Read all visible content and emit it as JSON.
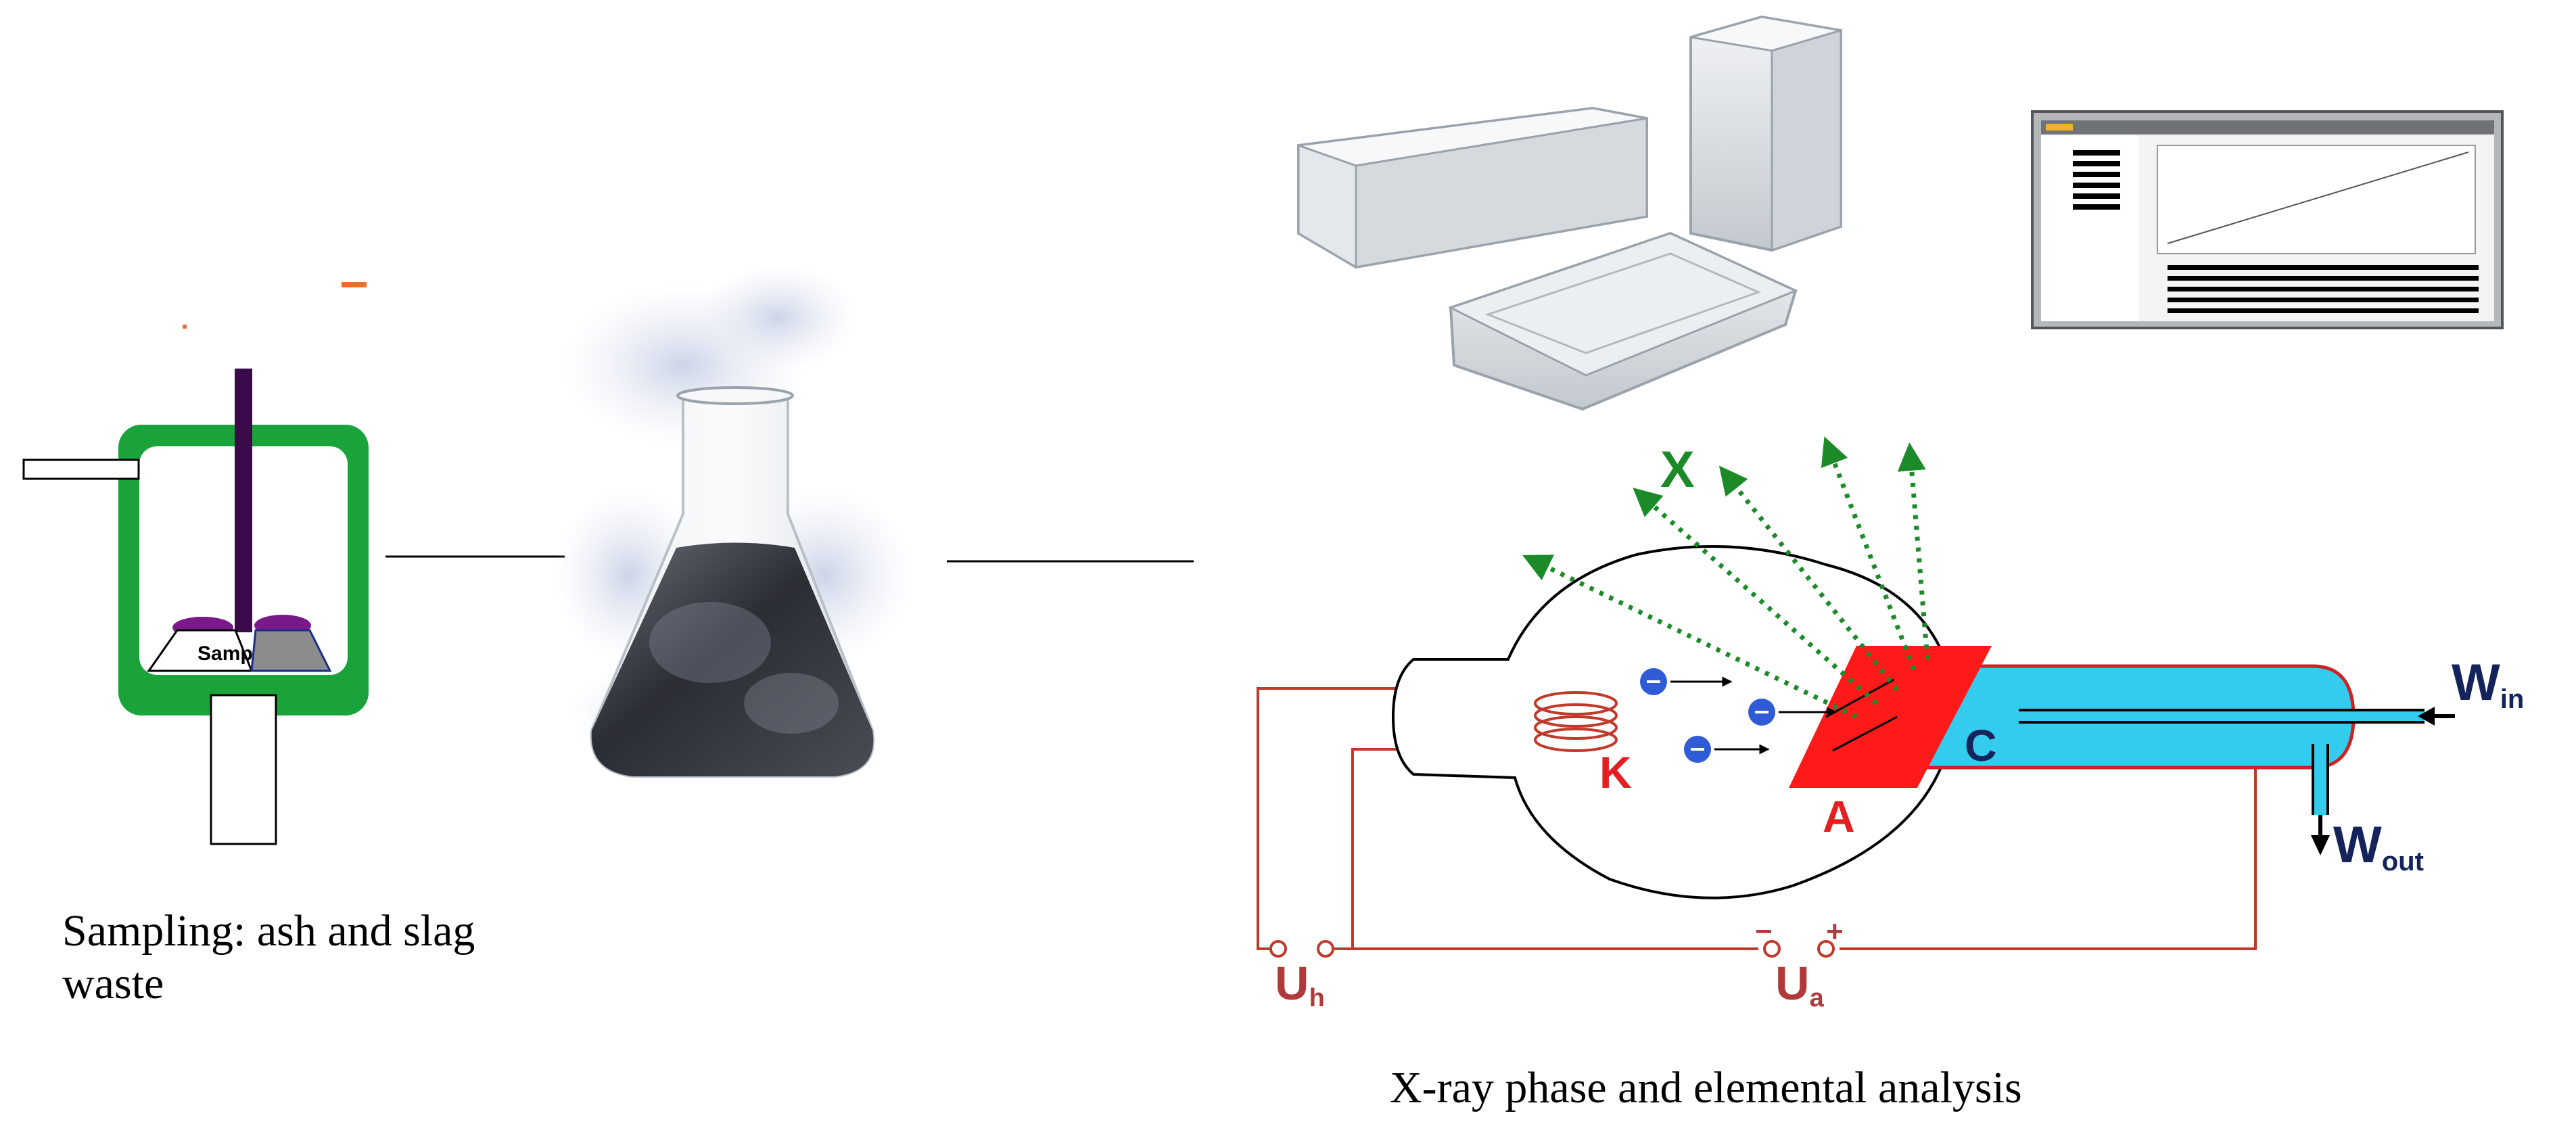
{
  "captions": {
    "sampling": "Sampling: ash and slag waste",
    "xray": "X-ray phase and elemental analysis"
  },
  "reactor": {
    "sample_label": "Samp"
  },
  "tube_labels": {
    "x": "X",
    "k": "K",
    "a": "A",
    "c": "C",
    "w_in_main": "W",
    "w_in_sub": "in",
    "w_out_main": "W",
    "w_out_sub": "out",
    "u_h_main": "U",
    "u_h_sub": "h",
    "u_a_main": "U",
    "u_a_sub": "a",
    "minus": "−",
    "plus": "+"
  },
  "colors": {
    "reactor_green": "#1aa33a",
    "circuit_red": "#c0392b",
    "anode_red": "#ff1a1a",
    "cooling_cyan": "#33ccee",
    "electron_blue": "#2f5bd6",
    "xray_green": "#1d8a2a",
    "navy": "#14235a"
  },
  "icons": {
    "reactor": "sampling-reactor-icon",
    "flask": "smoking-flask-icon",
    "cuvettes": "glass-cuvettes-icon",
    "monitor": "software-screenshot-icon",
    "tube": "x-ray-tube-icon"
  }
}
